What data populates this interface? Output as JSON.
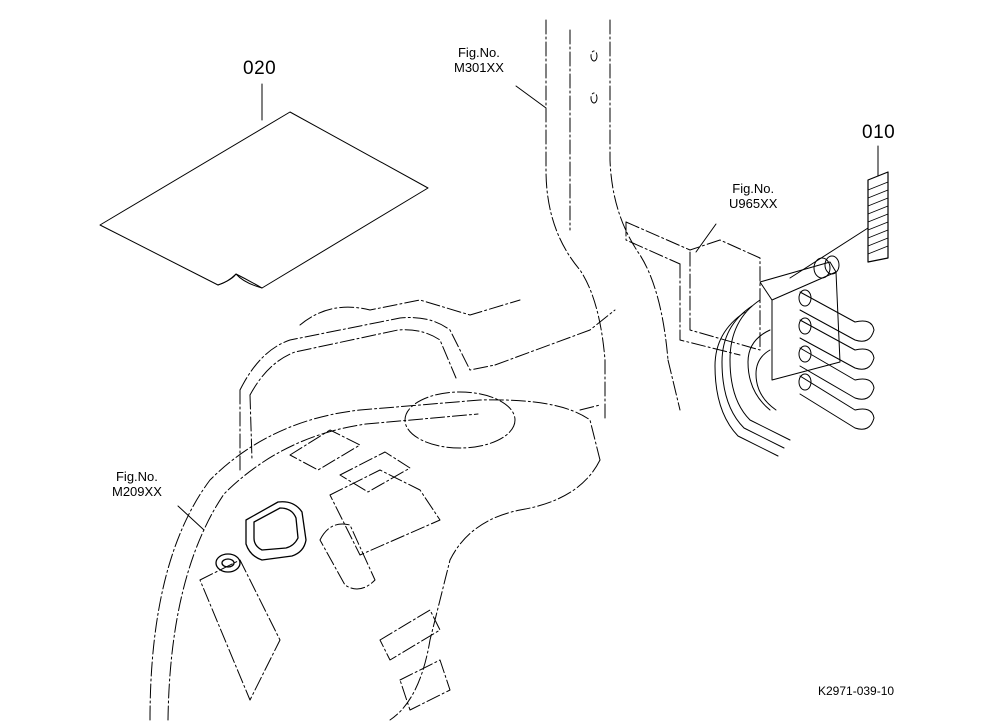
{
  "callouts": {
    "part_020": "020",
    "part_010": "010"
  },
  "figure_refs": [
    {
      "line1": "Fig.No.",
      "line2": "M301XX"
    },
    {
      "line1": "Fig.No.",
      "line2": "U965XX"
    },
    {
      "line1": "Fig.No.",
      "line2": "M209XX"
    }
  ],
  "drawing_code": "K2971-039-10",
  "colors": {
    "line": "#000000",
    "background": "#ffffff"
  }
}
